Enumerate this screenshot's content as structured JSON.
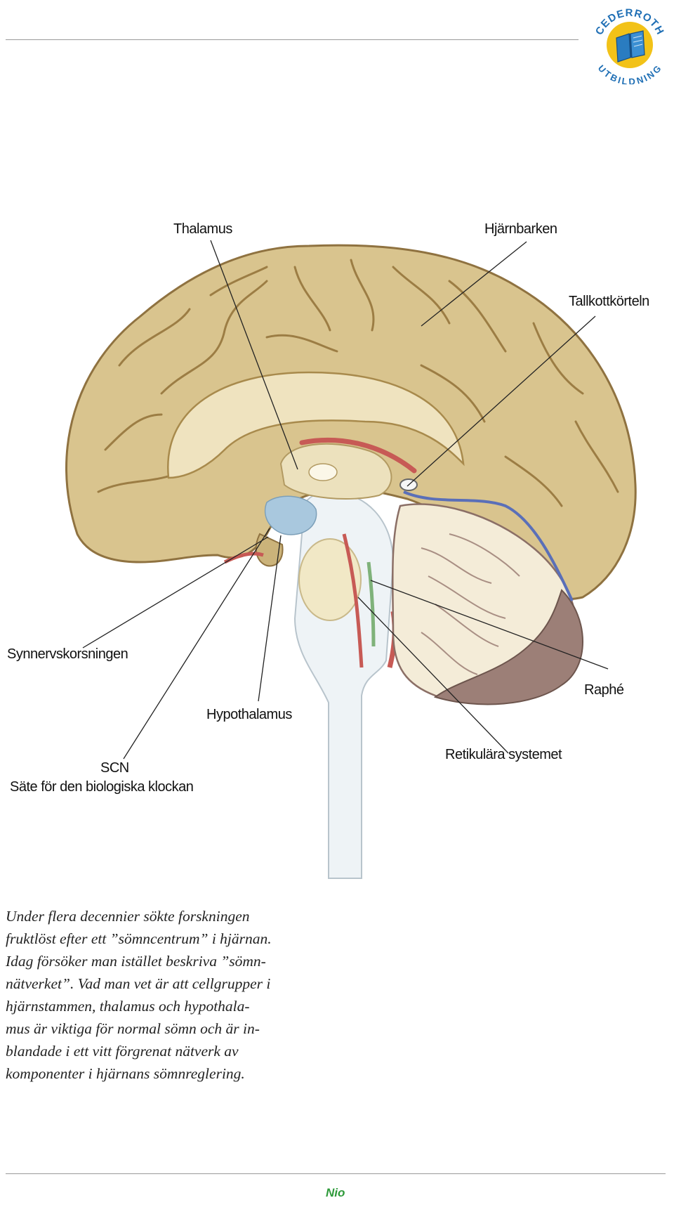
{
  "logo": {
    "top_text": "CEDERROTH",
    "bottom_text": "UTBILDNING",
    "icon": "open-book-icon",
    "colors": {
      "ring": "#2a7cc0",
      "book": "#f2c218",
      "text": "#1f6fb5"
    }
  },
  "diagram": {
    "labels": {
      "thalamus": "Thalamus",
      "cortex": "Hjärnbarken",
      "pineal": "Tallkottkörteln",
      "chiasm": "Synnervskorsningen",
      "hypothalamus": "Hypothalamus",
      "raphe": "Raphé",
      "scn_title": "SCN",
      "scn_subtitle": "Säte för den biologiska klockan",
      "reticular": "Retikulära systemet"
    },
    "colors": {
      "cortex": "#d9c48e",
      "cortex_dark": "#a88a4c",
      "cerebellum": "#9c7f77",
      "hypothalamus": "#a9c8de",
      "red_tract": "#c75a55",
      "green_tract": "#7fb27a",
      "blue_vessel": "#5a6fb8",
      "brainstem": "#eef3f6"
    }
  },
  "caption": {
    "lines": [
      "Under flera decennier sökte forskningen",
      "fruktlöst efter ett ”sömncentrum” i hjärnan.",
      "Idag försöker man istället beskriva ”sömn-",
      "nätverket”. Vad man vet är att cellgrupper i",
      "hjärnstammen, thalamus och hypothala-",
      "mus är viktiga för normal sömn och är in-",
      "blandade i ett vitt förgrenat nätverk av",
      "komponenter i hjärnans sömnreglering."
    ]
  },
  "footer": {
    "page_label": "Nio",
    "color": "#2e9a3a"
  }
}
